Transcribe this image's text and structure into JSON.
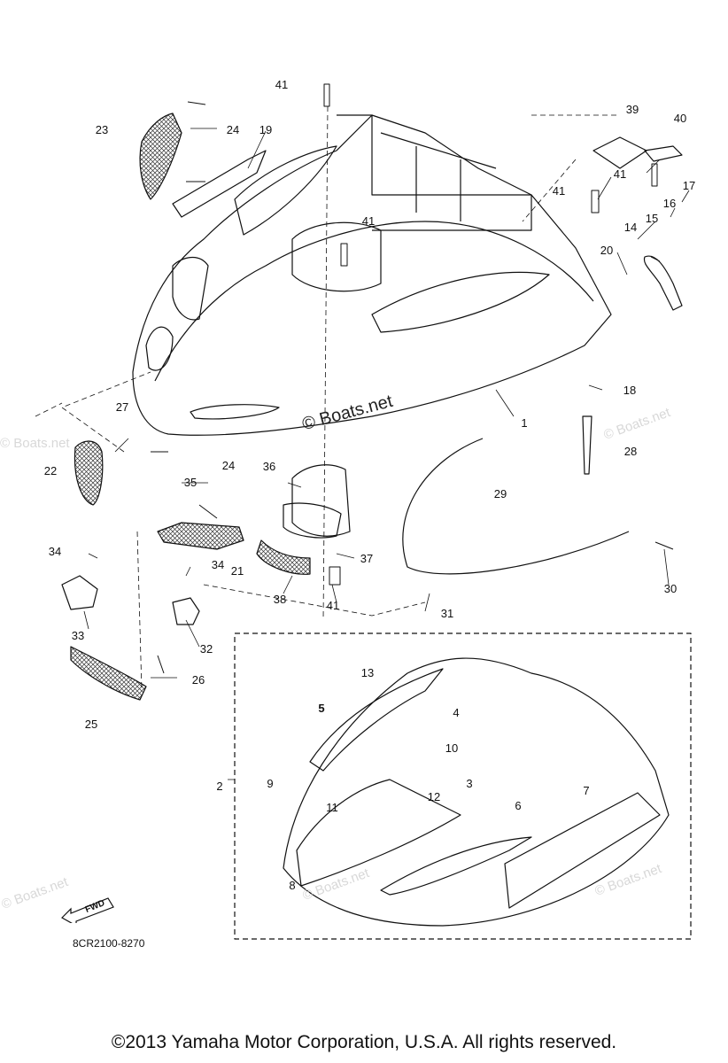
{
  "callouts": [
    "1",
    "2",
    "3",
    "4",
    "5",
    "6",
    "7",
    "8",
    "9",
    "10",
    "11",
    "12",
    "13",
    "14",
    "15",
    "16",
    "17",
    "18",
    "19",
    "20",
    "21",
    "22",
    "23",
    "24",
    "24",
    "25",
    "26",
    "27",
    "28",
    "29",
    "30",
    "31",
    "32",
    "33",
    "34",
    "34",
    "35",
    "36",
    "37",
    "38",
    "41",
    "41",
    "41",
    "41",
    "41",
    "39",
    "40"
  ],
  "watermark_text": "© Boats.net",
  "center_watermark": "© Boats.net",
  "fwd_label": "FWD",
  "part_code": "8CR2100-8270",
  "copyright": "©2013 Yamaha Motor Corporation, U.S.A. All rights reserved."
}
